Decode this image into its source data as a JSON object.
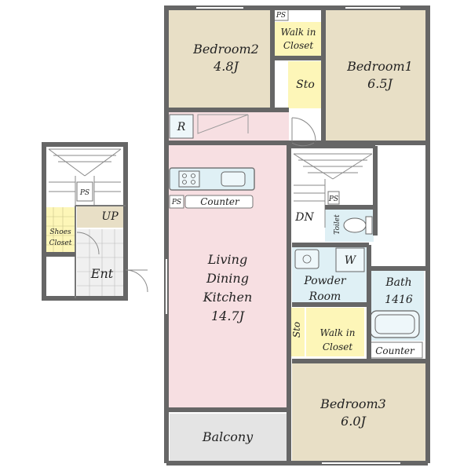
{
  "colors": {
    "bedroom": "#e8dfc6",
    "closet": "#fdf6b8",
    "ldk": "#f7dfe2",
    "wet": "#dff0f5",
    "balcony": "#e4e4e4",
    "wall": "#6a6a6a",
    "floor_white": "#ffffff"
  },
  "rooms": {
    "bedroom2": {
      "name": "Bedroom2",
      "size": "4.8J"
    },
    "bedroom1": {
      "name": "Bedroom1",
      "size": "6.5J"
    },
    "bedroom3": {
      "name": "Bedroom3",
      "size": "6.0J"
    },
    "ldk": {
      "line1": "Living",
      "line2": "Dining",
      "line3": "Kitchen",
      "size": "14.7J"
    },
    "walk_in_top": {
      "line1": "Walk in",
      "line2": "Closet"
    },
    "walk_in_bottom": {
      "line1": "Walk in",
      "line2": "Closet"
    },
    "sto_top": "Sto",
    "sto_bottom": "Sto",
    "ps_top": "PS",
    "ps_kitchen": "PS",
    "ps_stair": "PS",
    "ps_lower": "PS",
    "r": "R",
    "counter_kitchen": "Counter",
    "counter_bath": "Counter",
    "dn": "DN",
    "up": "UP",
    "toilet": "Toilet",
    "w": "W",
    "powder": {
      "line1": "Powder",
      "line2": "Room"
    },
    "bath": {
      "line1": "Bath",
      "line2": "1416"
    },
    "balcony": "Balcony",
    "shoes": {
      "line1": "Shoes",
      "line2": "Closet"
    },
    "ent": "Ent"
  }
}
